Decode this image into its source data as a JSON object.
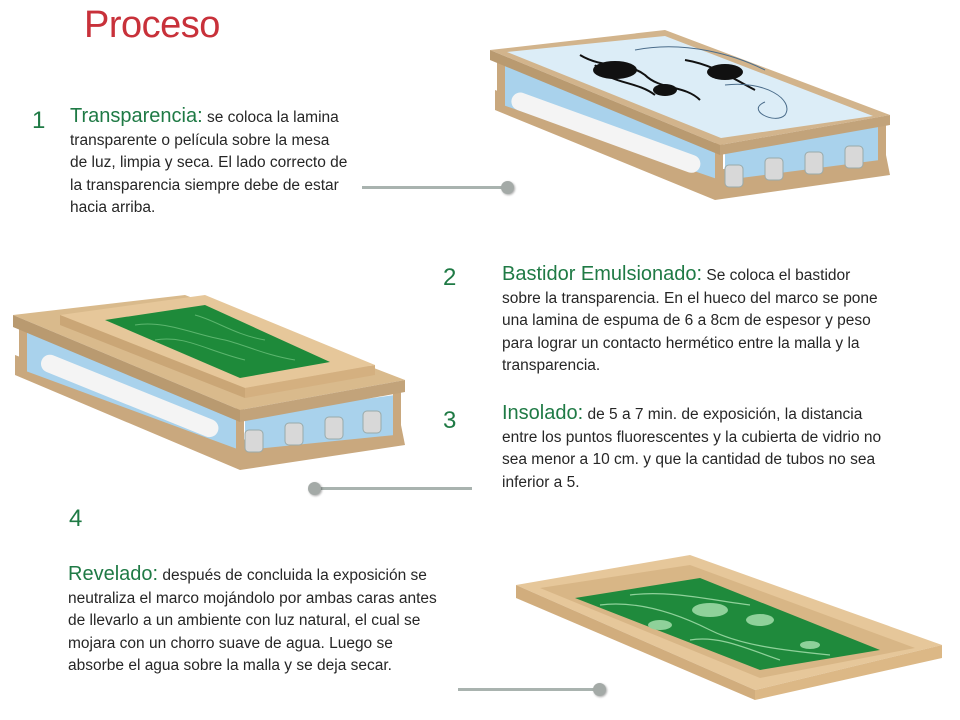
{
  "title": "Proceso",
  "steps": [
    {
      "number": "1",
      "heading": "Transparencia:",
      "body": " se coloca la lamina transparente o película sobre la mesa de luz, limpia y seca. El lado correcto de la transparencia siempre debe de estar hacia arriba."
    },
    {
      "number": "2",
      "heading": "Bastidor Emulsionado:",
      "body": " Se coloca el bastidor sobre la transparencia. En el hueco del marco se pone una lamina de espuma de 6 a 8cm de espesor y peso para lograr un contacto hermético entre la malla y la transparencia."
    },
    {
      "number": "3",
      "heading": "Insolado:",
      "body": " de 5 a 7 min. de exposición, la distancia entre los puntos fluorescentes y la cubierta de vidrio no sea menor a 10 cm. y que la cantidad de tubos no sea inferior a 5."
    },
    {
      "number": "4",
      "heading": "Revelado:",
      "body": " después de concluida la exposición se neutraliza el marco mojándolo por ambas caras antes de llevarlo a un ambiente con luz natural, el cual se mojara con un chorro suave de agua. Luego se absorbe el agua sobre la malla y se deja secar."
    }
  ],
  "illustrations": [
    {
      "name": "light-table-with-transparency",
      "colors": {
        "wood": "#d2b48c",
        "glass": "#a9d2ec",
        "tube": "#f2f2f2"
      }
    },
    {
      "name": "light-table-with-emulsified-frame",
      "colors": {
        "wood": "#d9ba8c",
        "mesh": "#1e8a3a"
      }
    },
    {
      "name": "revealed-screen-frame",
      "colors": {
        "wood": "#e6c79a",
        "mesh": "#1f8a3c",
        "pattern": "#8fd19a"
      }
    }
  ],
  "colors": {
    "title": "#c8313a",
    "heading": "#1f7a45",
    "text": "#262626",
    "connector": "#a9b3af"
  }
}
